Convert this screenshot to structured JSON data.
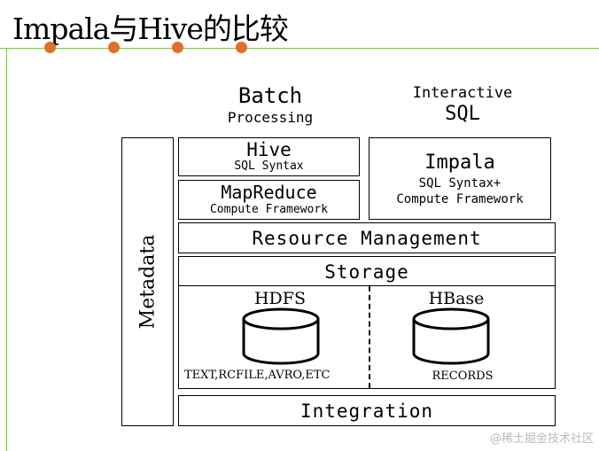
{
  "title": "Impala与Hive的比较",
  "decor": {
    "accent_color": "#e0702a",
    "line_color": "#7fbf4f"
  },
  "columns": {
    "batch": {
      "line1": "Batch",
      "line2": "Processing"
    },
    "interactive": {
      "line1": "Interactive",
      "line2": "SQL"
    }
  },
  "metadata_label": "Metadata",
  "hive": {
    "name": "Hive",
    "sub": "SQL Syntax"
  },
  "mapreduce": {
    "name": "MapReduce",
    "sub": "Compute Framework"
  },
  "impala": {
    "name": "Impala",
    "sub1": "SQL Syntax+",
    "sub2": "Compute Framework"
  },
  "resource_management": "Resource Management",
  "storage": {
    "label": "Storage",
    "hdfs": {
      "name": "HDFS",
      "formats": "TEXT,RCFILE,AVRO,ETC"
    },
    "hbase": {
      "name": "HBase",
      "formats": "RECORDS"
    }
  },
  "integration": "Integration",
  "watermark": "@稀土掘金技术社区"
}
